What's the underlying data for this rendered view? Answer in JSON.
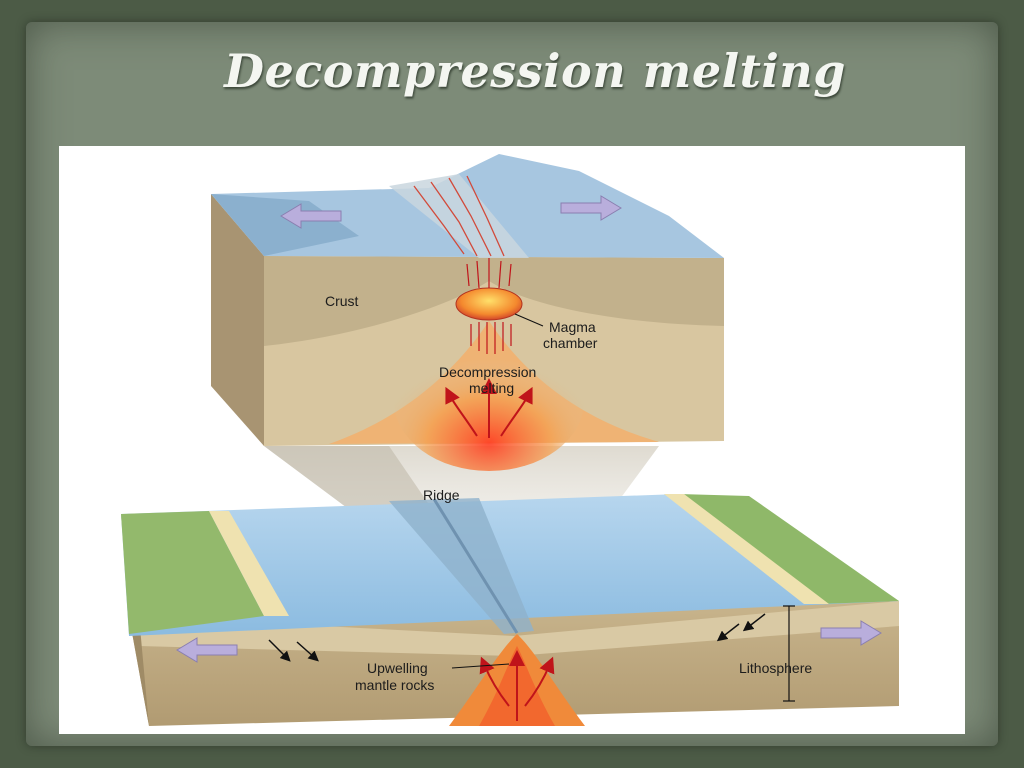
{
  "slide": {
    "title": "Decompression melting"
  },
  "diagram": {
    "labels": {
      "crust": "Crust",
      "magma_line1": "Magma",
      "magma_line2": "chamber",
      "decomp_line1": "Decompression",
      "decomp_line2": "melting",
      "ridge": "Ridge",
      "upwelling_line1": "Upwelling",
      "upwelling_line2": "mantle rocks",
      "lithosphere": "Lithosphere"
    },
    "colors": {
      "crust": "#bfae8a",
      "mantle": "#d8c6a0",
      "magma": "#f08a3a",
      "ocean": "#9ec6e6",
      "land": "#8fb869",
      "ridge_surface": "#a7c6e0",
      "plate_arrow": "#b9aedc"
    }
  }
}
